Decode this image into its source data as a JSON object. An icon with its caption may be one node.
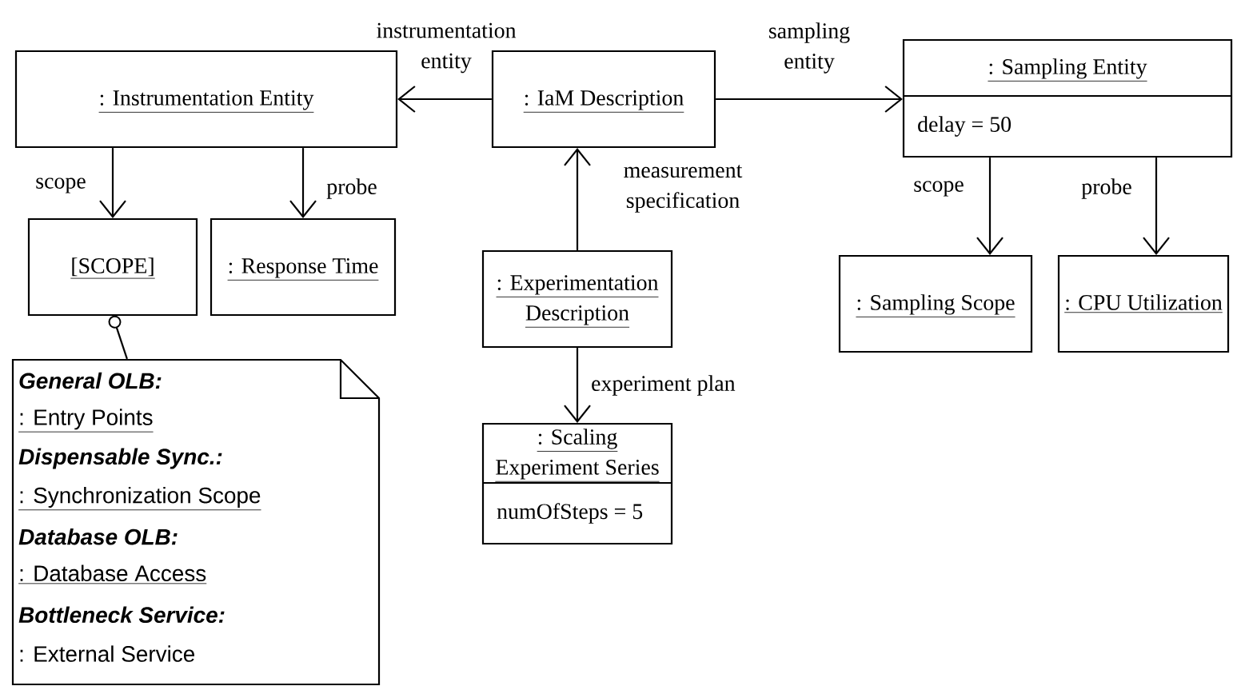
{
  "diagram": {
    "nodes": [
      {
        "text": [
          ": Instrumentation Entity"
        ]
      },
      {
        "text": [
          ": IaM Description"
        ]
      },
      {
        "text": [
          ": Sampling Entity",
          "delay = 50"
        ]
      },
      {
        "text": [
          "[SCOPE]"
        ]
      },
      {
        "text": [
          ": Response Time"
        ]
      },
      {
        "text": [
          ": Experimentation Description"
        ]
      },
      {
        "text": [
          ": Sampling Scope"
        ]
      },
      {
        "text": [
          ": CPU Utilization"
        ]
      },
      {
        "text": [
          ": Scaling Experiment Series",
          "numOfSteps = 5"
        ]
      },
      {
        "text": [
          "General OLB:",
          ": Entry Points",
          "Dispensable Sync.:",
          ": Synchronization Scope",
          "Database OLB:",
          ": Database Access",
          "Bottleneck Service:",
          ": External Service"
        ]
      }
    ],
    "edges": [
      {
        "from": 1,
        "to": 0,
        "arrow": "to",
        "label": "instrumentation entity"
      },
      {
        "from": 1,
        "to": 2,
        "arrow": "to",
        "label": "sampling entity"
      },
      {
        "from": 0,
        "to": 3,
        "arrow": "to",
        "label": "scope"
      },
      {
        "from": 0,
        "to": 4,
        "arrow": "to",
        "label": "probe"
      },
      {
        "from": 5,
        "to": 1,
        "arrow": "to",
        "label": "measurement specification"
      },
      {
        "from": 2,
        "to": 6,
        "arrow": "to",
        "label": "scope"
      },
      {
        "from": 2,
        "to": 7,
        "arrow": "to",
        "label": "probe"
      },
      {
        "from": 5,
        "to": 8,
        "arrow": "to",
        "label": "experiment plan"
      },
      {
        "from": 9,
        "to": 3,
        "arrow": "other"
      }
    ]
  }
}
